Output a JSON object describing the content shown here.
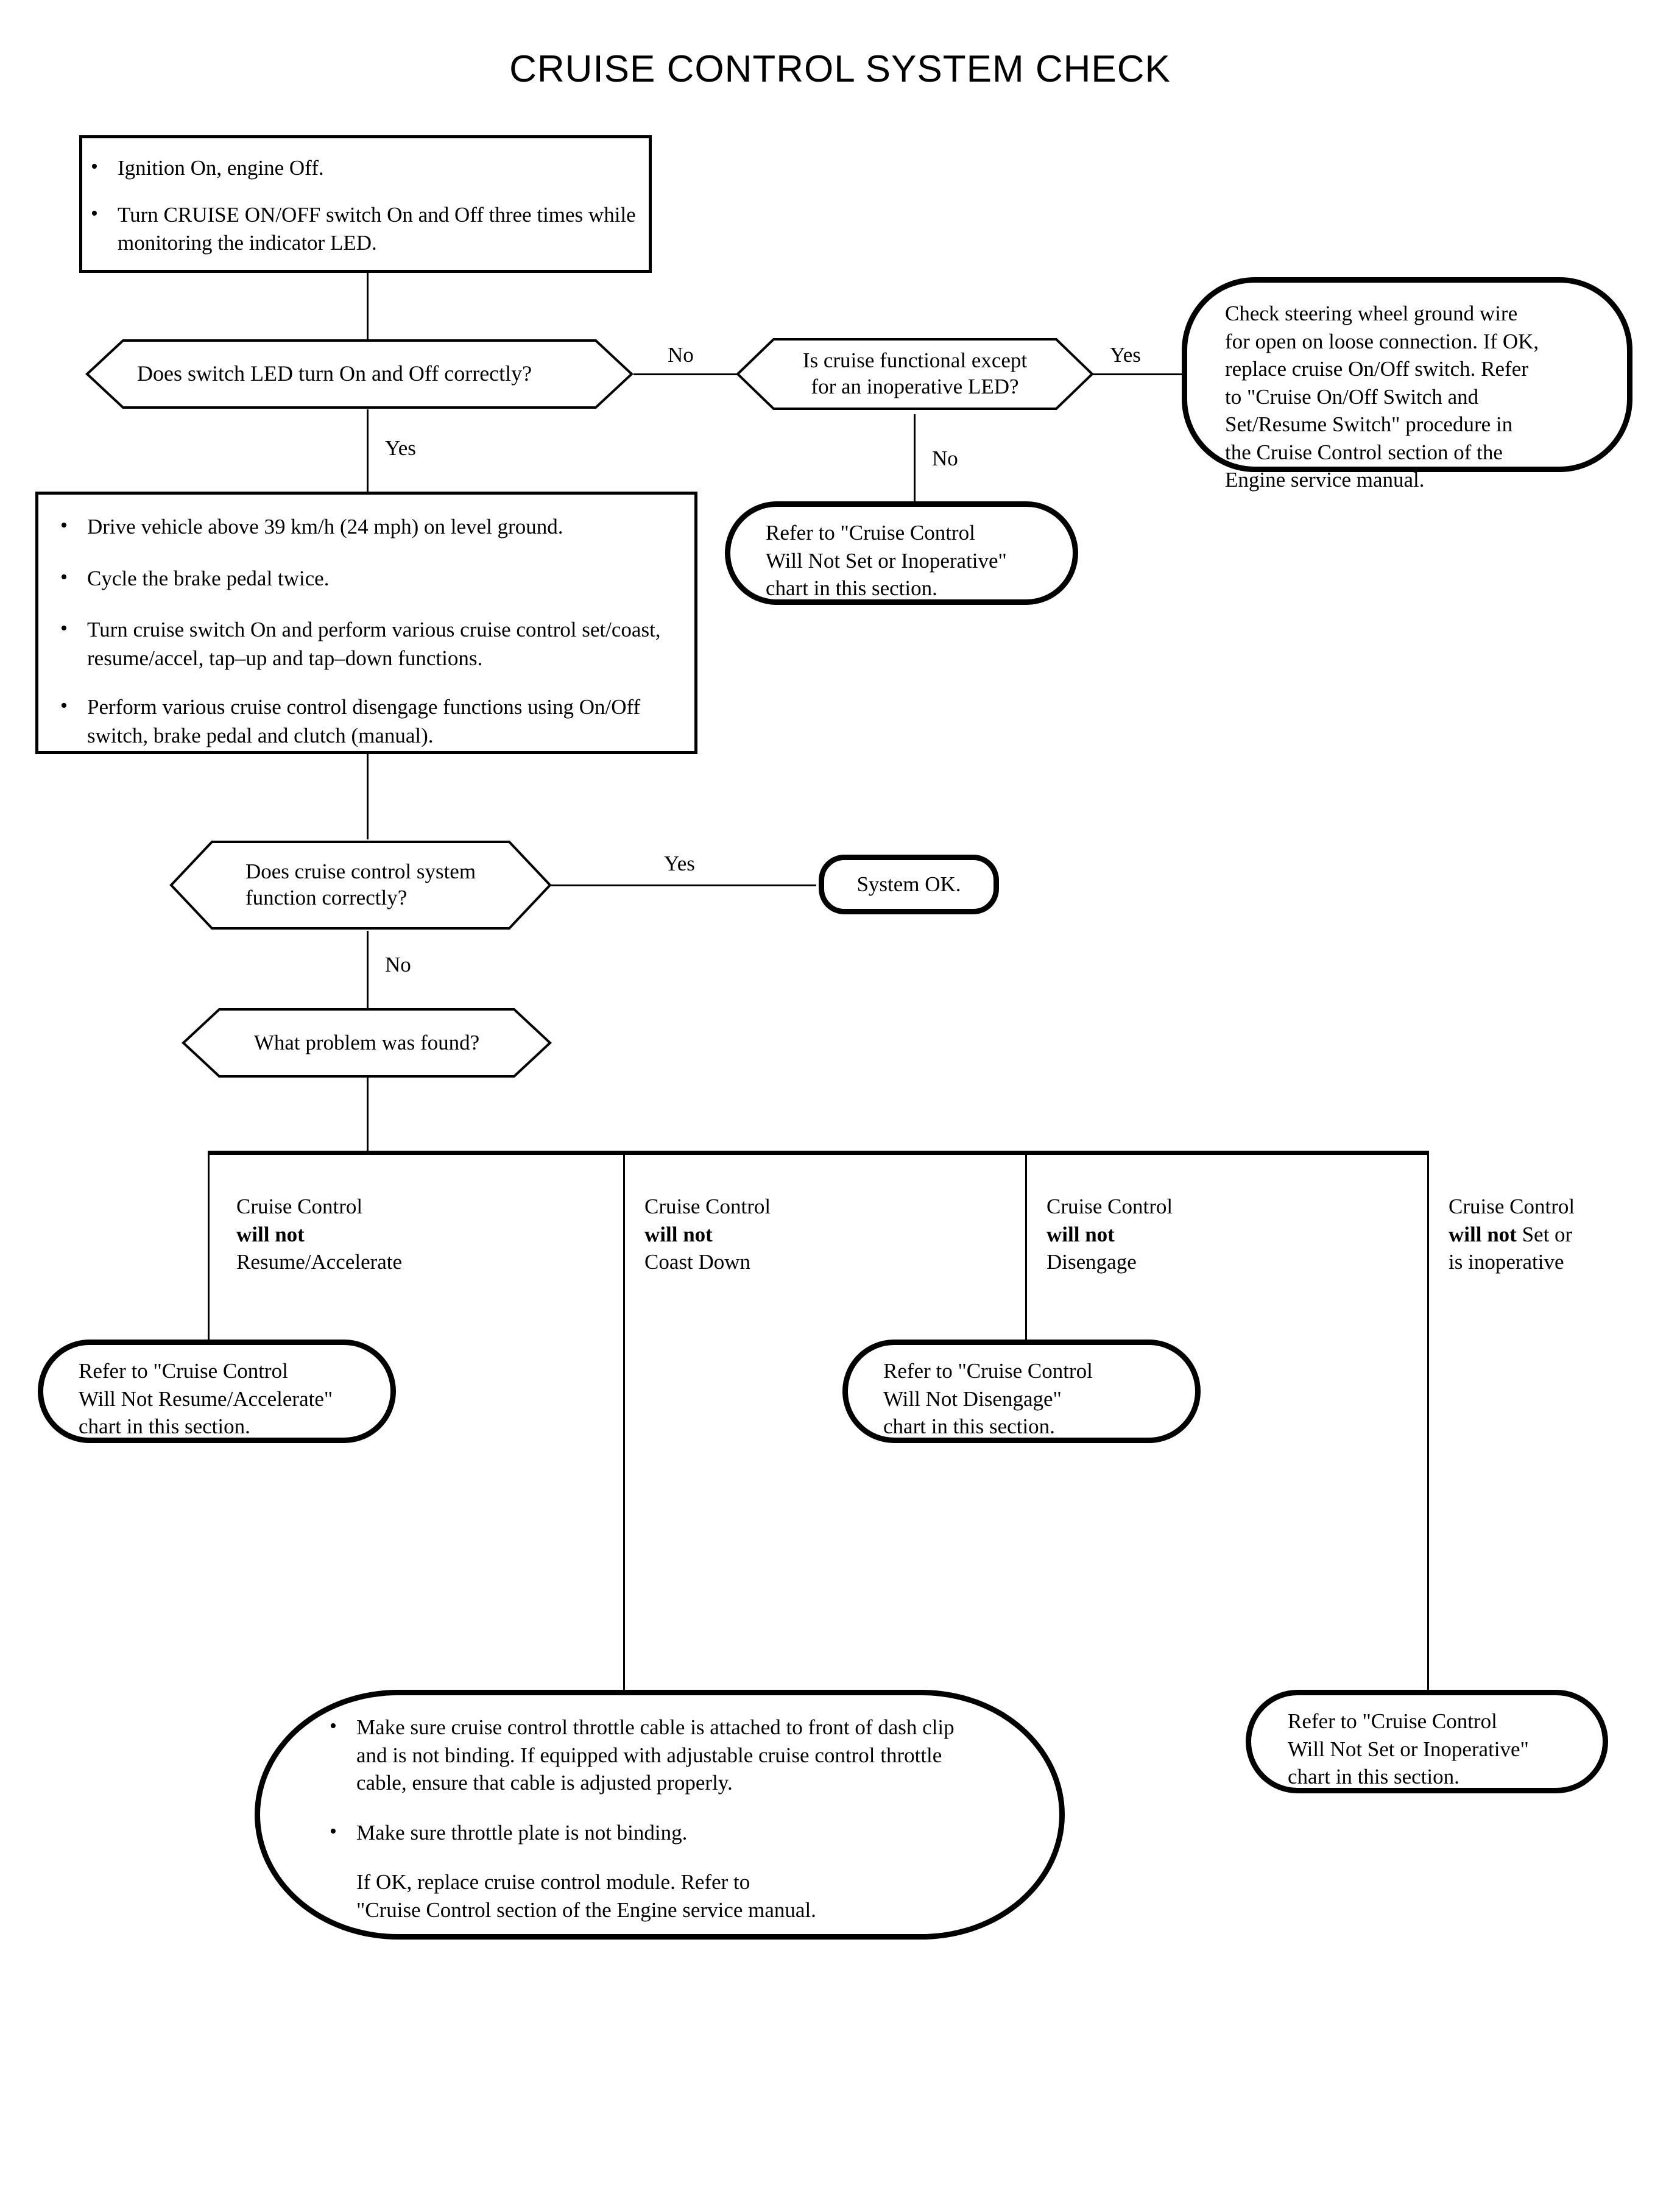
{
  "title": "CRUISE CONTROL SYSTEM CHECK",
  "nodes": {
    "start_box": {
      "bullets": [
        "Ignition On, engine Off.",
        "Turn CRUISE ON/OFF switch On and Off three times while monitoring the indicator LED."
      ]
    },
    "decision_led": {
      "text": "Does switch LED turn On and Off correctly?"
    },
    "decision_led_except": {
      "line1": "Is cruise functional except",
      "line2": "for an inoperative LED?"
    },
    "terminator_steering_ground": {
      "lines": [
        "Check steering wheel ground wire",
        "for open on loose connection. If OK,",
        "replace cruise On/Off switch. Refer",
        "to \"Cruise On/Off Switch and",
        "Set/Resume Switch\" procedure in",
        "the Cruise Control section of the",
        "Engine service manual."
      ]
    },
    "terminator_will_not_set_top": {
      "lines": [
        "Refer to \"Cruise Control",
        "Will Not Set or Inoperative\"",
        "chart in this section."
      ]
    },
    "drive_box": {
      "bullets": [
        "Drive vehicle above 39 km/h (24 mph) on level ground.",
        "Cycle the brake pedal twice.",
        "Turn cruise switch On and perform various cruise control set/coast, resume/accel, tap–up and tap–down functions.",
        "Perform various cruise control disengage functions using On/Off switch, brake pedal and clutch (manual)."
      ]
    },
    "decision_system_function": {
      "line1": "Does cruise control system",
      "line2": "function correctly?"
    },
    "terminator_system_ok": {
      "text": "System OK."
    },
    "decision_what_problem": {
      "text": "What problem was found?"
    },
    "branch_1": {
      "line1": "Cruise Control",
      "bold": "will not",
      "line3": "Resume/Accelerate"
    },
    "branch_2": {
      "line1": "Cruise Control",
      "bold": "will not",
      "line3": "Coast Down"
    },
    "branch_3": {
      "line1": "Cruise Control",
      "bold": "will not",
      "line3": "Disengage"
    },
    "branch_4": {
      "line1": "Cruise Control",
      "bold": "will not",
      "bold_tail": " Set or",
      "line3": "is inoperative"
    },
    "terminator_resume_accel": {
      "lines": [
        "Refer to \"Cruise Control",
        "Will Not Resume/Accelerate\"",
        "chart in this section."
      ]
    },
    "terminator_disengage": {
      "lines": [
        "Refer to \"Cruise Control",
        "Will Not Disengage\"",
        "chart in this section."
      ]
    },
    "terminator_throttle_cable": {
      "bullets": [
        "Make sure cruise control throttle cable is attached to front of dash clip and is not binding. If equipped with adjustable cruise control throttle cable, ensure that cable is adjusted properly.",
        "Make sure throttle plate is not binding."
      ],
      "tail_line1": "If OK, replace cruise control module. Refer to",
      "tail_line2": "\"Cruise Control section of the Engine service manual."
    },
    "terminator_will_not_set_bottom": {
      "lines": [
        "Refer to \"Cruise Control",
        "Will Not Set or Inoperative\"",
        "chart in this section."
      ]
    }
  },
  "edge_labels": {
    "led_no": "No",
    "led_yes": "Yes",
    "except_yes": "Yes",
    "except_no": "No",
    "func_yes": "Yes",
    "func_no": "No"
  },
  "colors": {
    "stroke": "#000000",
    "background": "#ffffff"
  },
  "bullet_glyph": "•"
}
